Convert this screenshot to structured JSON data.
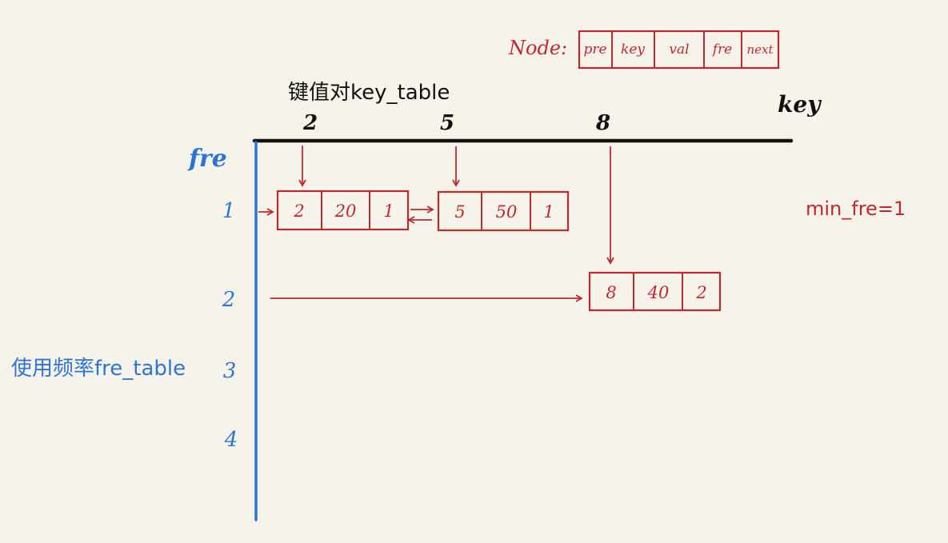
{
  "node_legend": {
    "label": "Node:",
    "fields": [
      "pre",
      "key",
      "val",
      "fre",
      "next"
    ]
  },
  "key_table": {
    "title": "键值对key_table",
    "axis_label": "key",
    "keys": [
      "2",
      "5",
      "8"
    ]
  },
  "fre_table": {
    "title": "使用频率fre_table",
    "axis_label": "fre",
    "rows": [
      "1",
      "2",
      "3",
      "4"
    ]
  },
  "nodes": [
    {
      "key": "2",
      "val": "20",
      "fre": "1"
    },
    {
      "key": "5",
      "val": "50",
      "fre": "1"
    },
    {
      "key": "8",
      "val": "40",
      "fre": "2"
    }
  ],
  "min_fre_label": "min_fre=1",
  "colors": {
    "background": "#f6f4ea",
    "node_red": "#c0282d",
    "fre_axis_blue": "#2f73d8",
    "key_axis_black": "#111111"
  }
}
